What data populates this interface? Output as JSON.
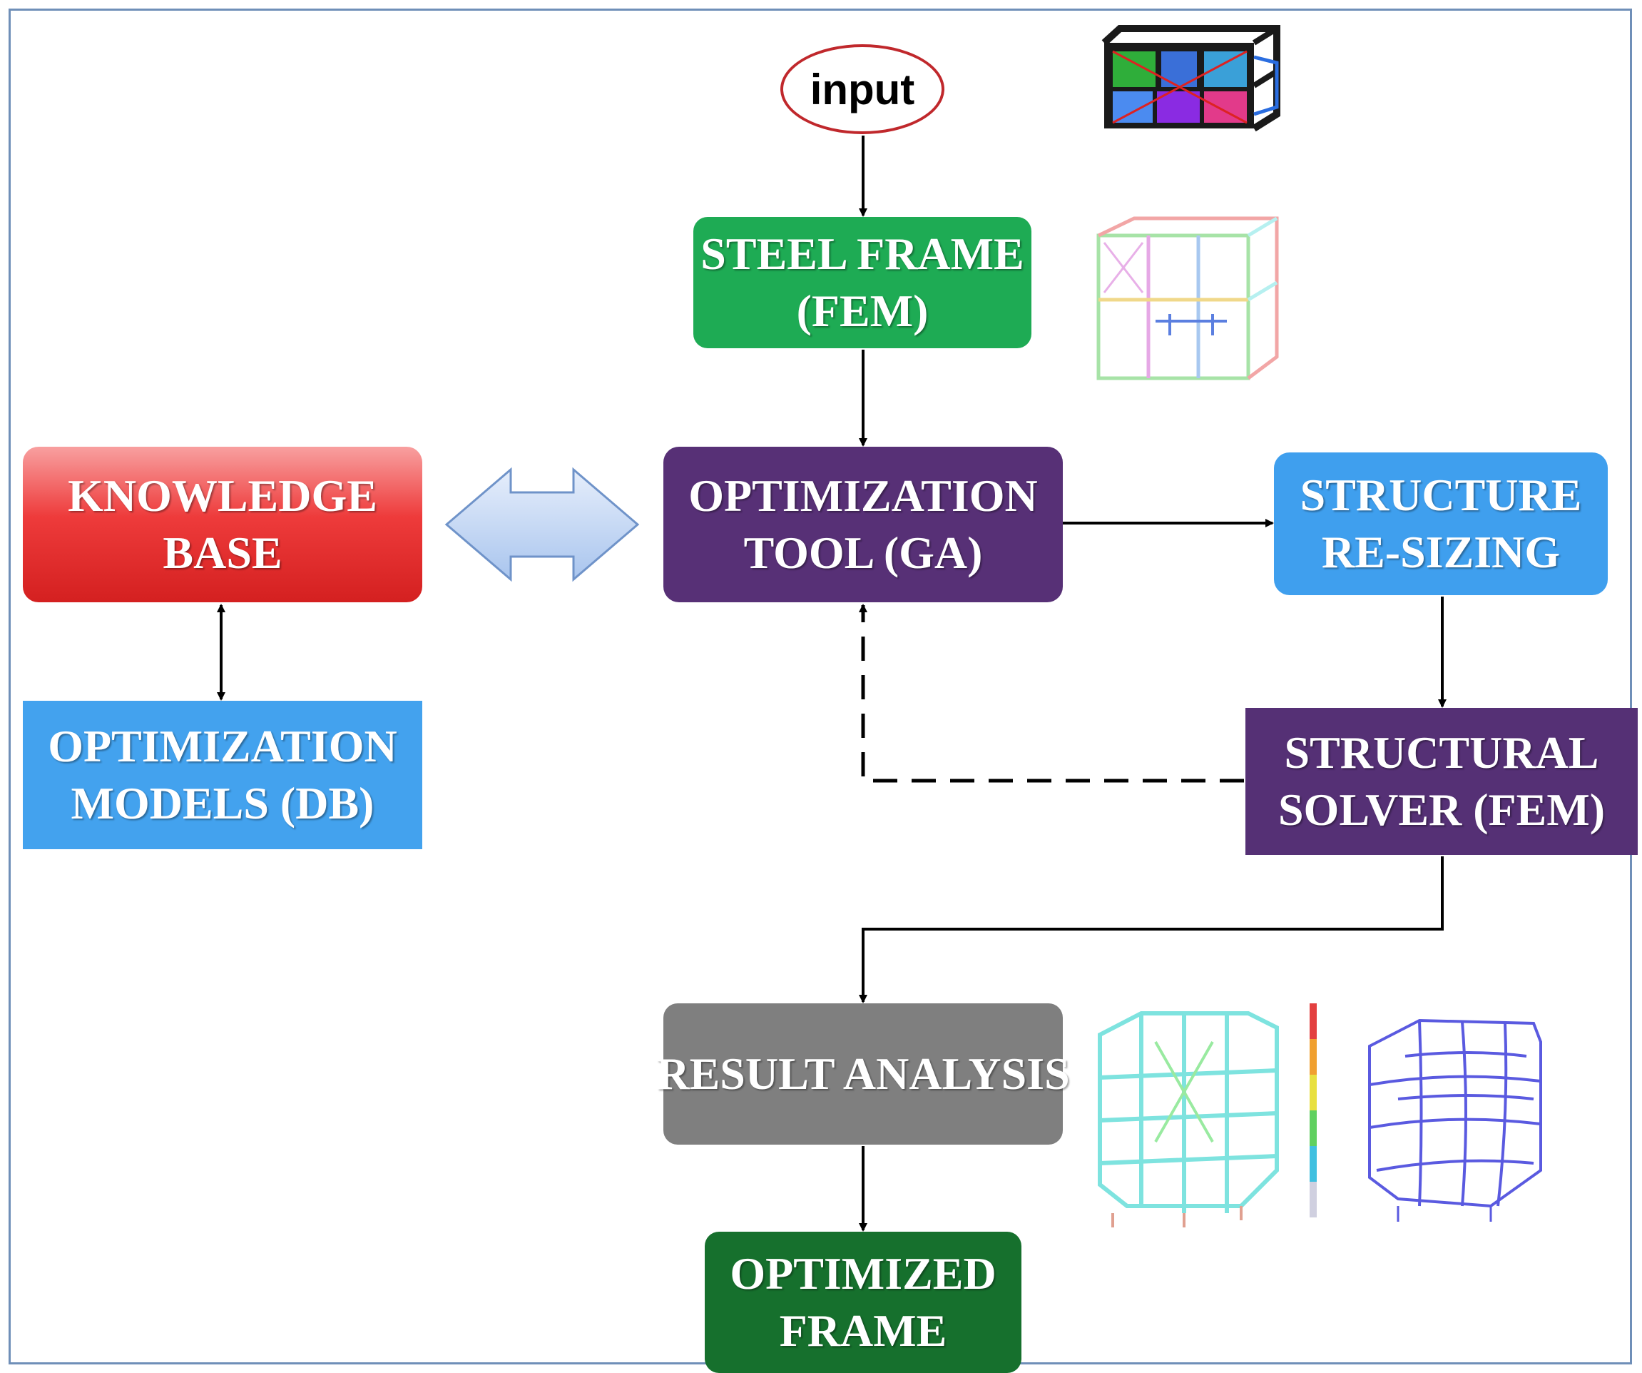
{
  "input": {
    "label": "input"
  },
  "boxes": {
    "steel_frame": [
      "STEEL FRAME",
      "(FEM)"
    ],
    "optimization_tool": [
      "OPTIMIZATION",
      "TOOL (GA)"
    ],
    "knowledge_base": [
      "KNOWLEDGE",
      "BASE"
    ],
    "optimization_models": [
      "OPTIMIZATION",
      "MODELS (DB)"
    ],
    "structure_resizing": [
      "STRUCTURE",
      "RE-SIZING"
    ],
    "structural_solver": [
      "STRUCTURAL",
      "SOLVER (FEM)"
    ],
    "result_analysis": [
      "RESULT ANALYSIS"
    ],
    "optimized_frame": [
      "OPTIMIZED",
      "FRAME"
    ]
  },
  "colors": {
    "steel_frame": "#1eab54",
    "optimization_tool": "#573076",
    "knowledge_base": "#e63232",
    "optimization_models": "#43a2ee",
    "structure_resizing": "#3f9fee",
    "structural_solver": "#553075",
    "result_analysis": "#7f7f7f",
    "optimized_frame": "#16702d",
    "input_border": "#c0282c",
    "double_arrow": "#bcd3f2"
  },
  "images": [
    "3d-steel-frame-model",
    "3d-frame-wireframe",
    "stress-contour-frame",
    "stress-legend-bar",
    "deformed-frame-model"
  ]
}
